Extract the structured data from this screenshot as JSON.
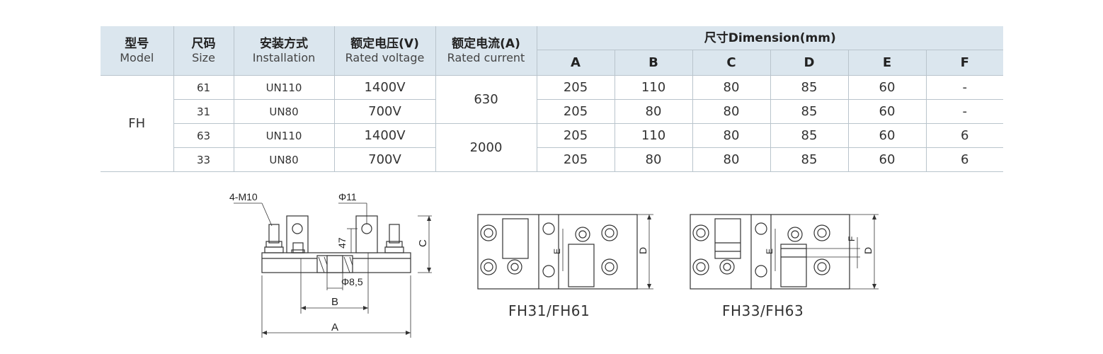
{
  "table": {
    "headers": {
      "model": {
        "zh": "型号",
        "en": "Model"
      },
      "size": {
        "zh": "尺码",
        "en": "Size"
      },
      "installation": {
        "zh": "安装方式",
        "en": "Installation"
      },
      "voltage": {
        "zh": "额定电压(V)",
        "en": "Rated voltage"
      },
      "current": {
        "zh": "额定电流(A)",
        "en": "Rated current"
      },
      "dimension": "尺寸Dimension(mm)",
      "dims": [
        "A",
        "B",
        "C",
        "D",
        "E",
        "F"
      ]
    },
    "model": "FH",
    "current_groups": [
      "630",
      "2000"
    ],
    "rows": [
      {
        "size": "61",
        "installation": "UN110",
        "voltage": "1400V",
        "dims": [
          "205",
          "110",
          "80",
          "85",
          "60",
          "-"
        ]
      },
      {
        "size": "31",
        "installation": "UN80",
        "voltage": "700V",
        "dims": [
          "205",
          "80",
          "80",
          "85",
          "60",
          "-"
        ]
      },
      {
        "size": "63",
        "installation": "UN110",
        "voltage": "1400V",
        "dims": [
          "205",
          "110",
          "80",
          "85",
          "60",
          "6"
        ]
      },
      {
        "size": "33",
        "installation": "UN80",
        "voltage": "700V",
        "dims": [
          "205",
          "80",
          "80",
          "85",
          "60",
          "6"
        ]
      }
    ]
  },
  "diagrams": {
    "side": {
      "labels": {
        "thread": "4-M10",
        "hole": "Φ11",
        "height": "47",
        "bore": "Φ8,5",
        "dim_a": "A",
        "dim_b": "B",
        "dim_c": "C"
      }
    },
    "top1": {
      "caption": "FH31/FH61",
      "dim_d": "D",
      "dim_e": "E"
    },
    "top2": {
      "caption": "FH33/FH63",
      "dim_d": "D",
      "dim_e": "E",
      "dim_f": "F"
    }
  }
}
